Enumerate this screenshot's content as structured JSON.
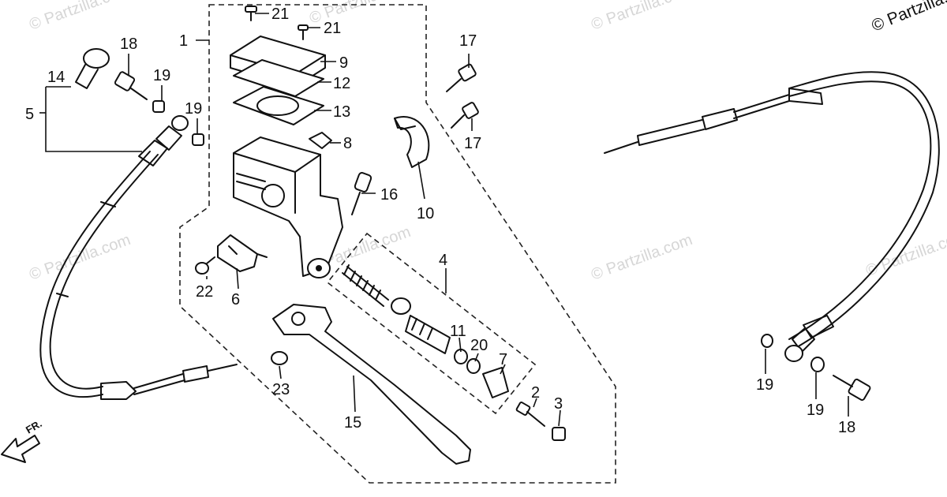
{
  "copyright": "© Partzilla.com",
  "watermark_text": "© Partzilla.com",
  "front_marker": "FR.",
  "callouts": [
    {
      "id": "c1",
      "text": "1"
    },
    {
      "id": "c2",
      "text": "2"
    },
    {
      "id": "c3",
      "text": "3"
    },
    {
      "id": "c4",
      "text": "4"
    },
    {
      "id": "c5",
      "text": "5"
    },
    {
      "id": "c6",
      "text": "6"
    },
    {
      "id": "c7",
      "text": "7"
    },
    {
      "id": "c8",
      "text": "8"
    },
    {
      "id": "c9",
      "text": "9"
    },
    {
      "id": "c10",
      "text": "10"
    },
    {
      "id": "c11",
      "text": "11"
    },
    {
      "id": "c12",
      "text": "12"
    },
    {
      "id": "c13",
      "text": "13"
    },
    {
      "id": "c14",
      "text": "14"
    },
    {
      "id": "c15",
      "text": "15"
    },
    {
      "id": "c16",
      "text": "16"
    },
    {
      "id": "c17a",
      "text": "17"
    },
    {
      "id": "c17b",
      "text": "17"
    },
    {
      "id": "c18a",
      "text": "18"
    },
    {
      "id": "c18b",
      "text": "18"
    },
    {
      "id": "c19a",
      "text": "19"
    },
    {
      "id": "c19b",
      "text": "19"
    },
    {
      "id": "c19c",
      "text": "19"
    },
    {
      "id": "c19d",
      "text": "19"
    },
    {
      "id": "c20",
      "text": "20"
    },
    {
      "id": "c21a",
      "text": "21"
    },
    {
      "id": "c21b",
      "text": "21"
    },
    {
      "id": "c22",
      "text": "22"
    },
    {
      "id": "c23",
      "text": "23"
    }
  ]
}
